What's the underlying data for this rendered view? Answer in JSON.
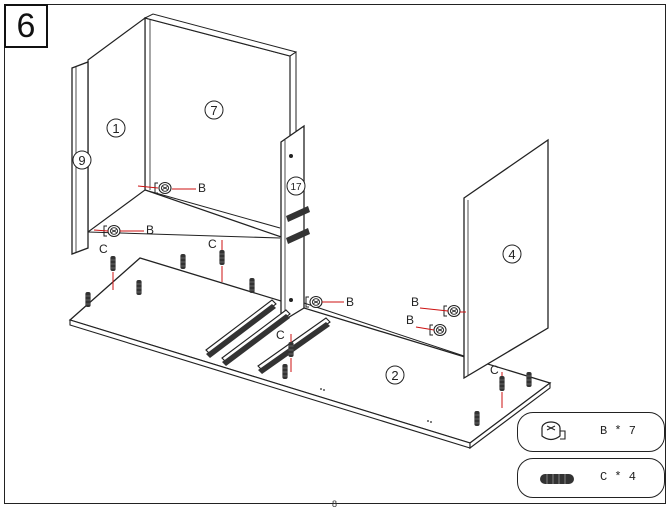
{
  "step_number": "6",
  "part_labels": {
    "p1": "1",
    "p2": "2",
    "p4": "4",
    "p7": "7",
    "p9": "9",
    "p17": "17"
  },
  "hardware_labels": {
    "b": "B",
    "c": "C"
  },
  "legend": {
    "cam_lock": {
      "icon": "cam-lock-icon",
      "text": "B * 7"
    },
    "dowel": {
      "icon": "wood-dowel-icon",
      "text": "C * 4"
    }
  },
  "page_number": "8"
}
